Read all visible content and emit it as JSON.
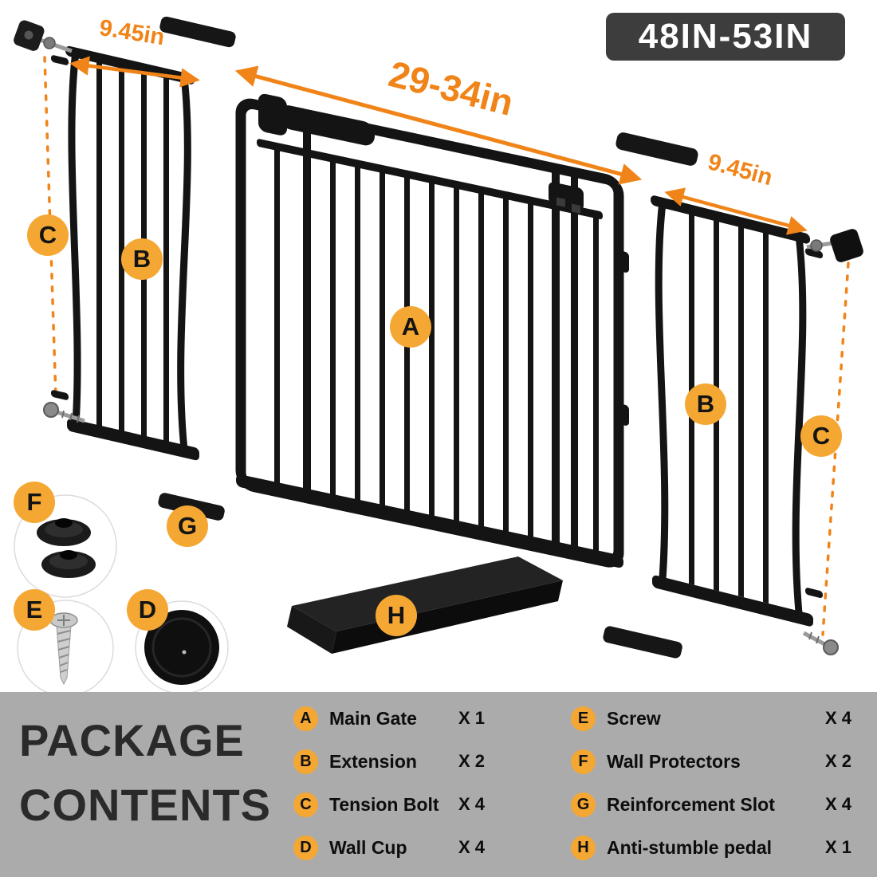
{
  "badge": {
    "size_range": "48IN-53IN"
  },
  "dimensions": {
    "left_extension": "9.45in",
    "main_gate": "29-34in",
    "right_extension": "9.45in"
  },
  "part_labels": {
    "a": "A",
    "b": "B",
    "c": "C",
    "d": "D",
    "e": "E",
    "f": "F",
    "g": "G",
    "h": "H"
  },
  "package": {
    "title_line1": "PACKAGE",
    "title_line2": "CONTENTS",
    "items": [
      {
        "letter": "A",
        "name": "Main Gate",
        "qty": "X 1"
      },
      {
        "letter": "B",
        "name": "Extension",
        "qty": "X 2"
      },
      {
        "letter": "C",
        "name": "Tension Bolt",
        "qty": "X 4"
      },
      {
        "letter": "D",
        "name": "Wall Cup",
        "qty": "X 4"
      },
      {
        "letter": "E",
        "name": "Screw",
        "qty": "X 4"
      },
      {
        "letter": "F",
        "name": "Wall Protectors",
        "qty": "X 2"
      },
      {
        "letter": "G",
        "name": "Reinforcement Slot",
        "qty": "X 4"
      },
      {
        "letter": "H",
        "name": "Anti-stumble pedal",
        "qty": "X 1"
      }
    ]
  },
  "colors": {
    "accent_orange": "#F5A733",
    "arrow_orange": "#F08418",
    "badge_bg": "#3D3D3D",
    "footer_bg": "#ABABAB",
    "gate_black": "#141414"
  }
}
